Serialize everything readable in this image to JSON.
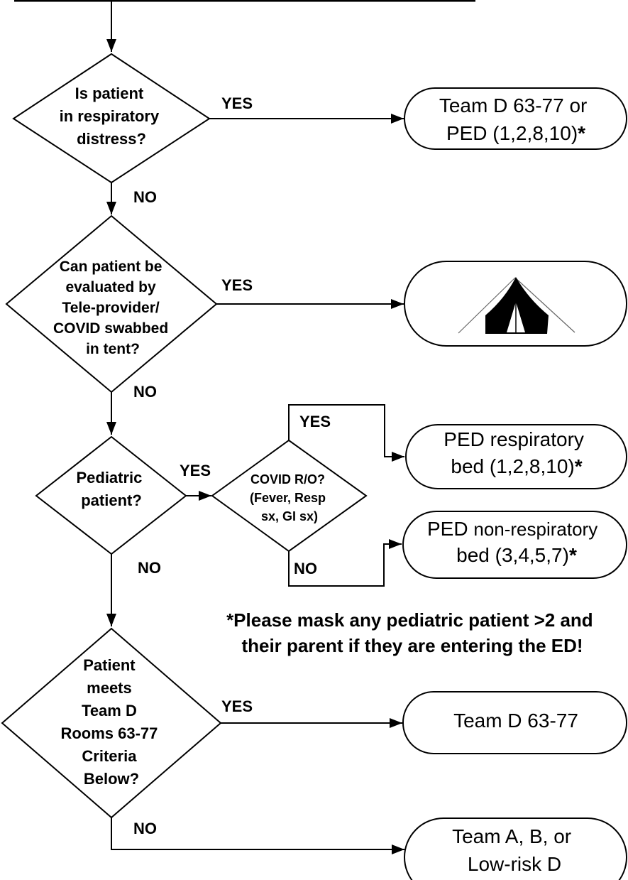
{
  "questions": {
    "respiratory_distress": [
      "Is patient",
      "in respiratory",
      "distress?"
    ],
    "tele_provider": [
      "Can patient be",
      "evaluated by",
      "Tele-provider/",
      "COVID swabbed",
      "in tent?"
    ],
    "pediatric": [
      "Pediatric",
      "patient?"
    ],
    "covid_ro": [
      "COVID R/O?",
      "(Fever, Resp",
      "sx, GI sx)"
    ],
    "team_d_criteria": [
      "Patient",
      "meets",
      "Team D",
      "Rooms 63-77",
      "Criteria",
      "Below?"
    ]
  },
  "edge_labels": {
    "yes": "YES",
    "no": "NO"
  },
  "outcomes": {
    "team_d_or_ped": {
      "line1": "Team D 63-77 or",
      "line2_text": "PED (1,2,8,10)",
      "star": "*"
    },
    "tent": {
      "icon": "tent-icon"
    },
    "ped_respiratory": {
      "line1": "PED respiratory",
      "line2_text": "bed (1,2,8,10)",
      "star": "*"
    },
    "ped_non_respiratory": {
      "line1_a": "PED ",
      "line1_b": "non-respiratory",
      "line2_text": "bed (3,4,5,7)",
      "star": "*"
    },
    "team_d": {
      "line1": "Team D 63-77"
    },
    "team_abd": {
      "line1": "Team A, B, or",
      "line2": "Low-risk D"
    }
  },
  "note": {
    "line1": "*Please mask any pediatric patient >2 and",
    "line2": "their parent if they are entering the ED!"
  }
}
